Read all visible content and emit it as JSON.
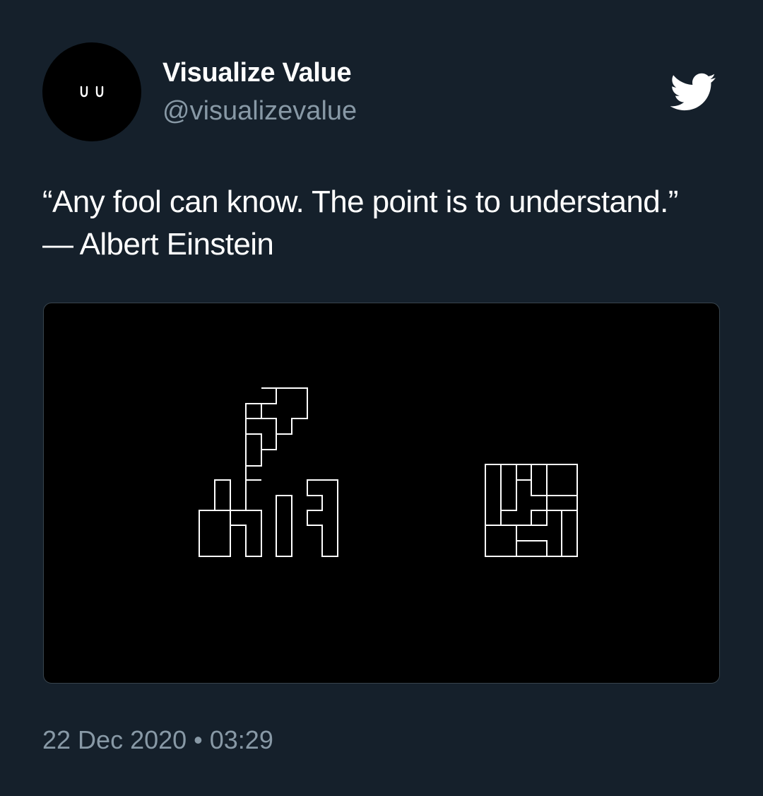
{
  "author": {
    "display_name": "Visualize Value",
    "handle": "@visualizevalue",
    "avatar_icon": "vv-logo-icon"
  },
  "header_icon": "twitter-bird-icon",
  "tweet": {
    "quote_line": "“Any fool can know. The point is to understand.”",
    "attribution_line": "— Albert Einstein"
  },
  "media": {
    "left_figure": "scattered-pentomino-pieces",
    "right_figure": "assembled-pentomino-square"
  },
  "timestamp": "22 Dec 2020 • 03:29",
  "colors": {
    "background": "#15202b",
    "primary_text": "#ffffff",
    "secondary_text": "#8899a6",
    "media_background": "#000000",
    "media_border": "#38444d"
  }
}
